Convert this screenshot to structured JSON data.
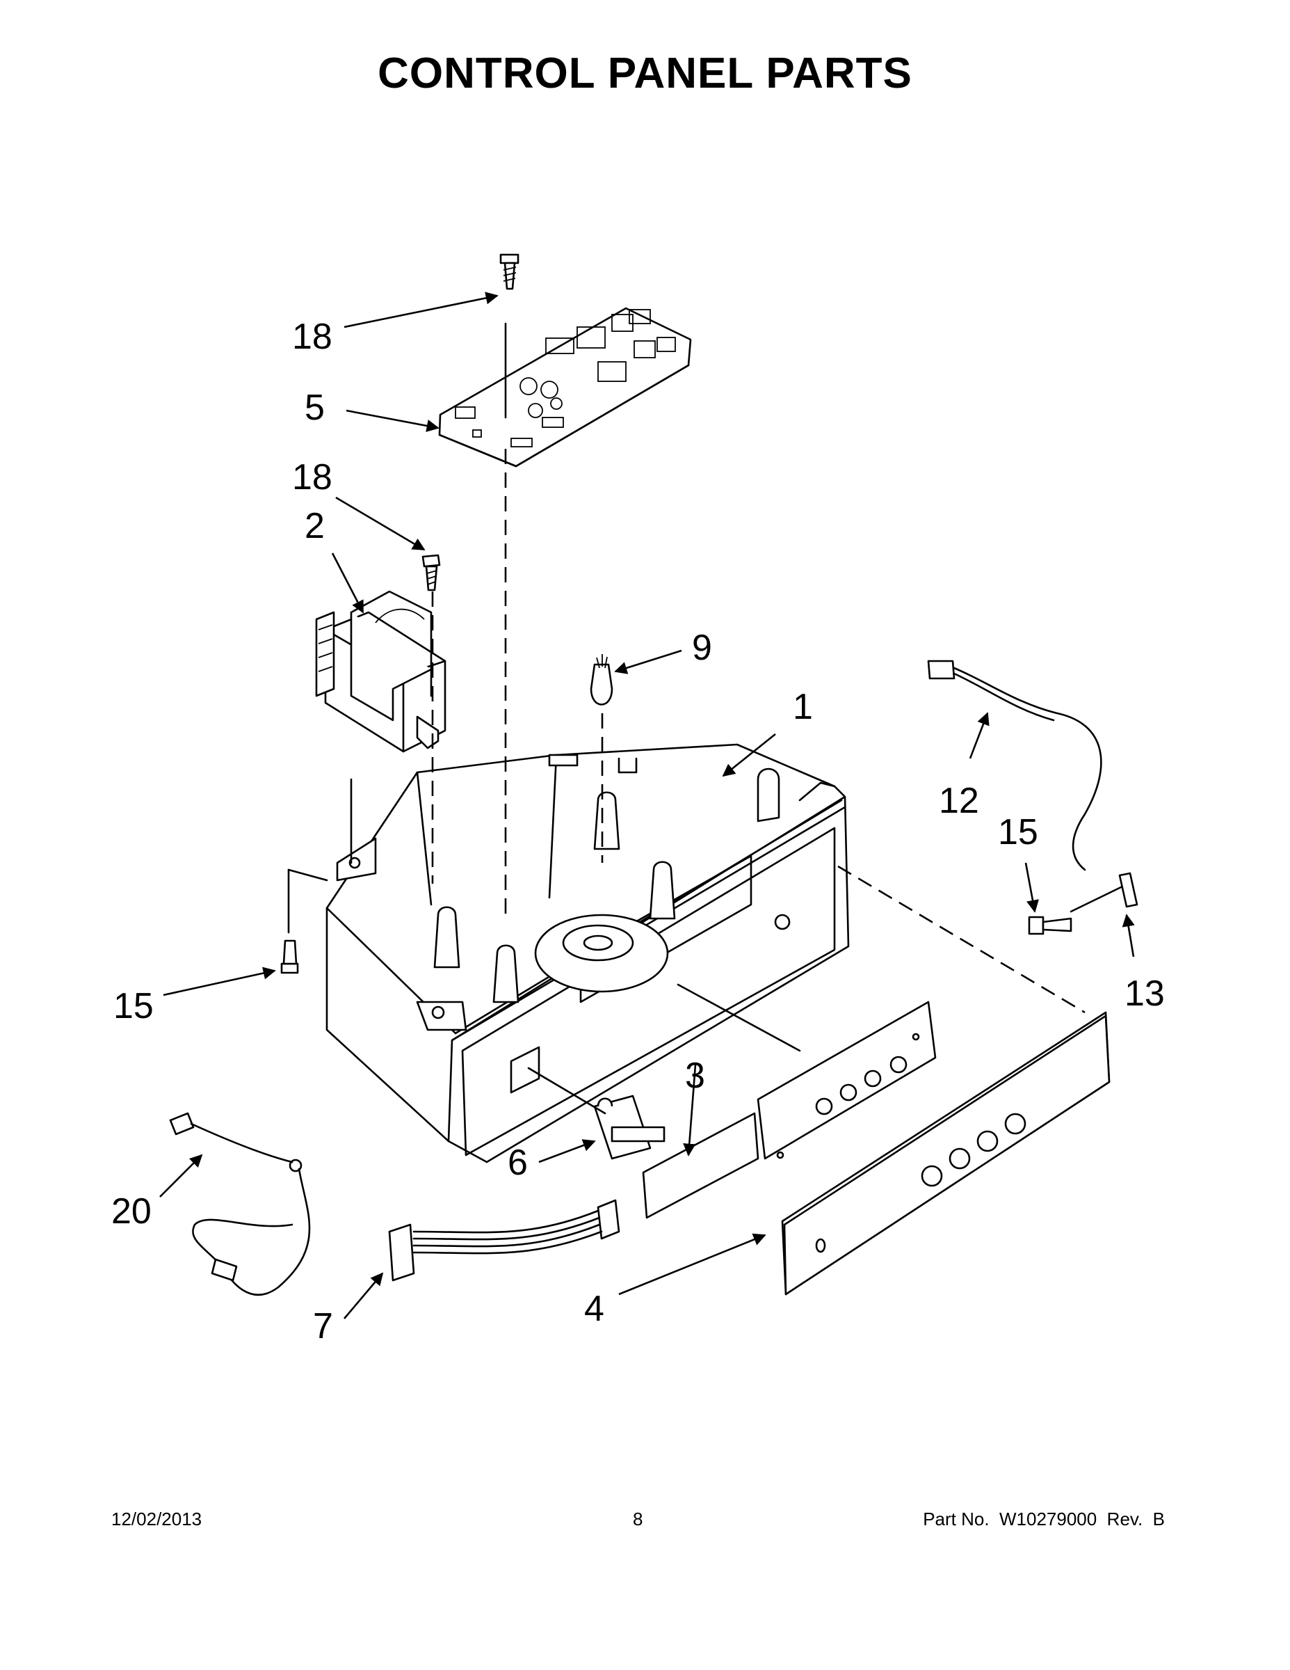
{
  "title": "CONTROL PANEL PARTS",
  "callouts": {
    "c18a": "18",
    "c5": "5",
    "c18b": "18",
    "c2": "2",
    "c9": "9",
    "c1": "1",
    "c12": "12",
    "c15a": "15",
    "c15b": "15",
    "c13": "13",
    "c3": "3",
    "c6": "6",
    "c20": "20",
    "c7": "7",
    "c4": "4"
  },
  "footer": {
    "date": "12/02/2013",
    "page": "8",
    "part_no": "Part No.  W10279000  Rev.  B"
  }
}
